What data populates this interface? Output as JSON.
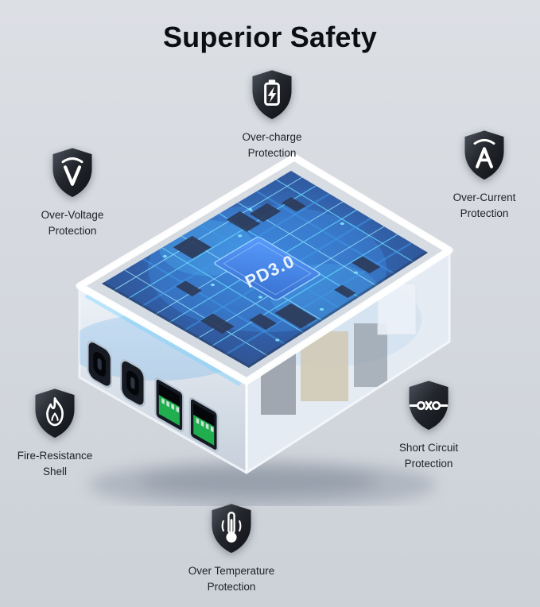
{
  "title": "Superior Safety",
  "colors": {
    "background_top": "#dcdfe4",
    "background_bottom": "#ccd1d8",
    "shield_dark": "#16181d",
    "pcb_blue": "#0b3d91",
    "chip_blue": "#2f7df6",
    "usb_green": "#21ae4f",
    "label_text": "#1d2127"
  },
  "product": {
    "name": "transparent-usb-charger",
    "chip_label": "PD3.0",
    "ports": [
      "usb-c",
      "usb-c",
      "usb-a",
      "usb-a"
    ]
  },
  "features": [
    {
      "icon": "battery-shield-icon",
      "line1": "Over-charge",
      "line2": "Protection"
    },
    {
      "icon": "voltage-shield-icon",
      "line1": "Over-Voltage",
      "line2": "Protection"
    },
    {
      "icon": "current-shield-icon",
      "line1": "Over-Current",
      "line2": "Protection"
    },
    {
      "icon": "flame-shield-icon",
      "line1": "Fire-Resistance",
      "line2": "Shell"
    },
    {
      "icon": "short-circuit-shield-icon",
      "line1": "Short Circuit",
      "line2": "Protection"
    },
    {
      "icon": "thermometer-shield-icon",
      "line1": "Over Temperature",
      "line2": "Protection"
    }
  ]
}
